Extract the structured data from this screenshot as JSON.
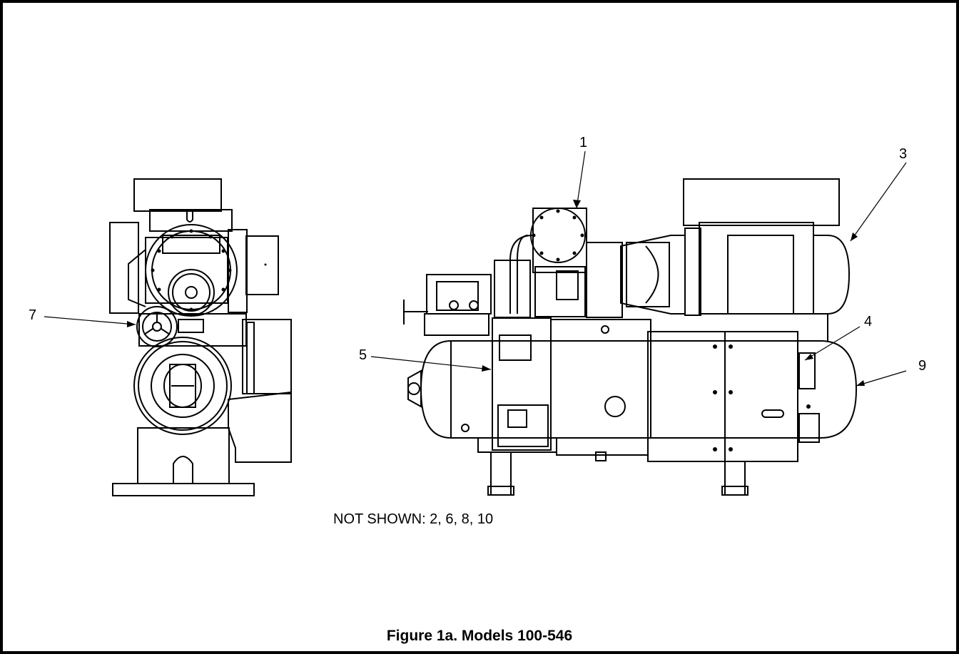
{
  "callouts": {
    "c1": "1",
    "c3": "3",
    "c4": "4",
    "c5": "5",
    "c7": "7",
    "c9": "9"
  },
  "note": "NOT SHOWN: 2, 6, 8, 10",
  "caption": "Figure 1a. Models 100-546"
}
